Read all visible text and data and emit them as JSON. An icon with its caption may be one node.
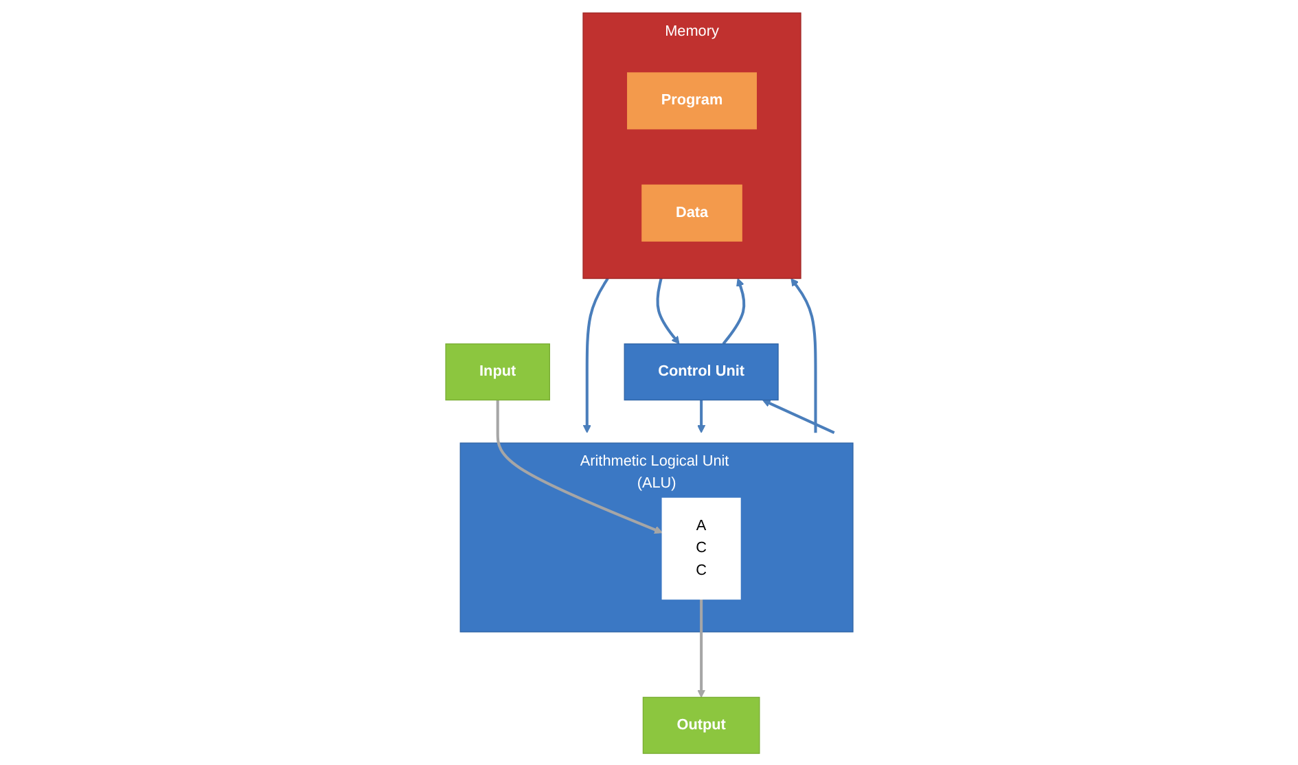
{
  "diagram": {
    "nodes": [
      {
        "text": [
          "Memory"
        ]
      },
      {
        "text": [
          "Program"
        ],
        "in": 0
      },
      {
        "text": [
          "Data"
        ],
        "in": 0
      },
      {
        "text": [
          "Control Unit"
        ]
      },
      {
        "text": [
          "Arithmetic Logical Unit (ALU)"
        ]
      },
      {
        "text": [
          "A C C"
        ],
        "in": 4
      },
      {
        "text": [
          "Input"
        ]
      },
      {
        "text": [
          "Output"
        ]
      }
    ],
    "edges": [
      {
        "from": 3,
        "to": 0,
        "arrow": "to"
      },
      {
        "from": 0,
        "to": 3,
        "arrow": "to"
      },
      {
        "from": 4,
        "to": 0,
        "arrow": "to"
      },
      {
        "from": 0,
        "to": 4,
        "arrow": "to"
      },
      {
        "from": 3,
        "to": 4,
        "arrow": "to"
      },
      {
        "from": 4,
        "to": 3,
        "arrow": "to"
      },
      {
        "from": 6,
        "to": 5,
        "arrow": "to",
        "color": "#a6a6a6"
      },
      {
        "from": 5,
        "to": 7,
        "arrow": "to",
        "color": "#a6a6a6"
      }
    ]
  }
}
